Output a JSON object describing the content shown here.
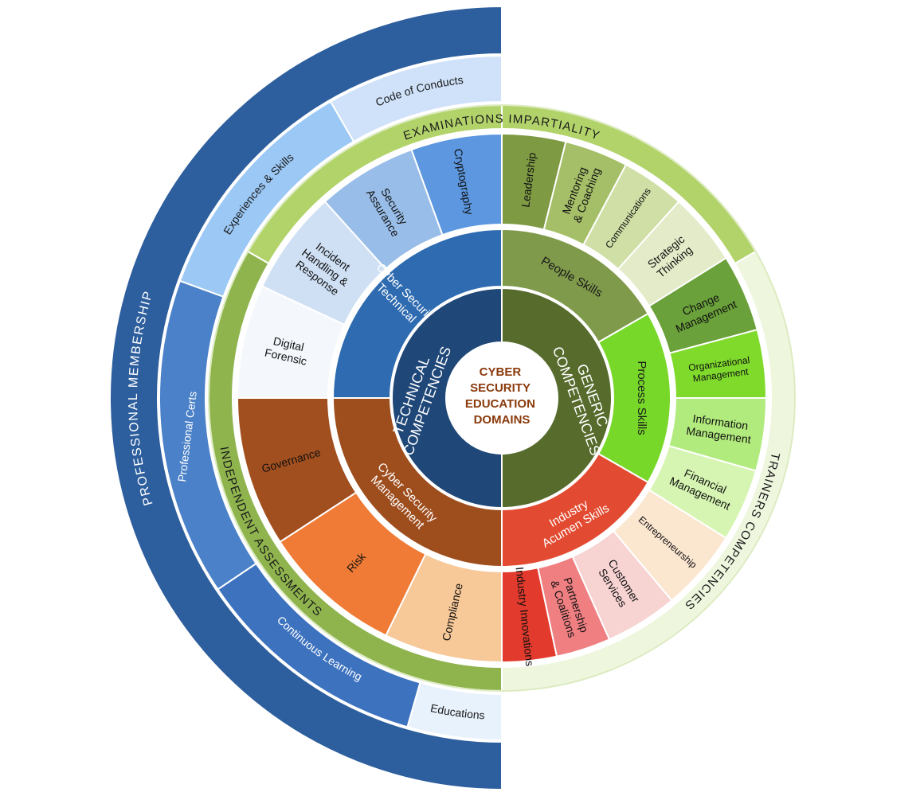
{
  "center": {
    "lines": [
      "CYBER",
      "SECURITY",
      "EDUCATION",
      "DOMAINS"
    ],
    "color": "#8a3a0c"
  },
  "core": [
    {
      "id": "technical",
      "label": "TECHNICAL COMPETENCIES",
      "color": "#1f4778"
    },
    {
      "id": "generic",
      "label": "GENERIC COMPETENCIES",
      "color": "#566b2c"
    }
  ],
  "middle_ring": [
    {
      "label": "Cyber Security Technical",
      "color": "#2e6bb0",
      "text_color": "#ffffff"
    },
    {
      "label": "People Skills",
      "color": "#7f9a4b",
      "text_color": "#1a1a1a"
    },
    {
      "label": "Process Skills",
      "color": "#78d82a",
      "text_color": "#1a1a1a"
    },
    {
      "label": "Industry Acumen Skills",
      "color": "#e24b31",
      "text_color": "#ffffff"
    },
    {
      "label": "Cyber Security Management",
      "color": "#9e4d1d",
      "text_color": "#ffffff"
    }
  ],
  "outer_ring": [
    {
      "label": "Cryptography",
      "group": "technical",
      "color": "#5c97df",
      "text_color": "#111111"
    },
    {
      "label": "Security Assurance",
      "group": "technical",
      "color": "#98bde8",
      "text_color": "#111111"
    },
    {
      "label": "Incident Handling & Response",
      "group": "technical",
      "color": "#cfe0f5",
      "text_color": "#111111"
    },
    {
      "label": "Digital Forensic",
      "group": "technical",
      "color": "#f4f8fd",
      "text_color": "#111111"
    },
    {
      "label": "Governance",
      "group": "management",
      "color": "#a24f1f",
      "text_color": "#111111"
    },
    {
      "label": "Risk",
      "group": "management",
      "color": "#ef7b36",
      "text_color": "#111111"
    },
    {
      "label": "Compliance",
      "group": "management",
      "color": "#f7c898",
      "text_color": "#111111"
    },
    {
      "label": "Industry Innovations",
      "group": "industry",
      "color": "#e23a2c",
      "text_color": "#111111"
    },
    {
      "label": "Partnership & Coalitions",
      "group": "industry",
      "color": "#f07f82",
      "text_color": "#111111"
    },
    {
      "label": "Customer Services",
      "group": "industry",
      "color": "#f7d3d2",
      "text_color": "#111111"
    },
    {
      "label": "Entrepreneurship",
      "group": "industry",
      "color": "#fbe6d0",
      "text_color": "#111111"
    },
    {
      "label": "Financial Management",
      "group": "process",
      "color": "#d6f5b2",
      "text_color": "#111111"
    },
    {
      "label": "Information Management",
      "group": "process",
      "color": "#b2eb7d",
      "text_color": "#111111"
    },
    {
      "label": "Organizational Management",
      "group": "process",
      "color": "#7fda2c",
      "text_color": "#111111"
    },
    {
      "label": "Change Management",
      "group": "people",
      "color": "#6aa13a",
      "text_color": "#111111"
    },
    {
      "label": "Strategic Thinking",
      "group": "people",
      "color": "#e3ebc8",
      "text_color": "#111111"
    },
    {
      "label": "Communications",
      "group": "people",
      "color": "#cfdfa5",
      "text_color": "#111111"
    },
    {
      "label": "Mentoring & Coaching",
      "group": "people",
      "color": "#a5bf68",
      "text_color": "#111111"
    },
    {
      "label": "Leadership",
      "group": "people",
      "color": "#7e9a43",
      "text_color": "#111111"
    }
  ],
  "frame_ring": [
    {
      "label": "EXAMINATIONS IMPARTIALITY",
      "color": "#b2d36a",
      "text_color": "#1a1a1a"
    },
    {
      "label": "TRAINERS COMPETENCIES",
      "color": "#eef6de",
      "text_color": "#1a1a1a"
    },
    {
      "label": "INDEPENDENT ASSESSMENTS",
      "color": "#8fb44e",
      "text_color": "#1a1a1a"
    }
  ],
  "membership_inner": [
    {
      "label": "Code of Conducts",
      "color": "#cfe2fa",
      "text_color": "#1a1a1a"
    },
    {
      "label": "Experiences & Skills",
      "color": "#9cc8f5",
      "text_color": "#1a1a1a"
    },
    {
      "label": "Professional Certs",
      "color": "#4b81c8",
      "text_color": "#ffffff"
    },
    {
      "label": "Continuous Learning",
      "color": "#3d72bf",
      "text_color": "#ffffff"
    },
    {
      "label": "Educations",
      "color": "#e8f2fc",
      "text_color": "#1a1a1a"
    }
  ],
  "membership_outer": {
    "label": "PROFESSIONAL MEMBERSHIP",
    "color": "#2d5e9d",
    "text_color": "#ffffff"
  }
}
